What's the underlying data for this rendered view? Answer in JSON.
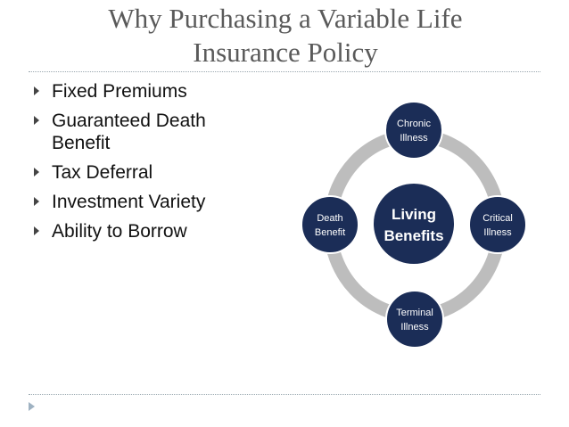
{
  "slide": {
    "title_line1": "Why Purchasing a Variable Life",
    "title_line2": "Insurance Policy",
    "bullets": [
      "Fixed Premiums",
      "Guaranteed Death Benefit",
      "Tax Deferral",
      "Investment Variety",
      "Ability to Borrow"
    ]
  },
  "diagram": {
    "center_line1": "Living",
    "center_line2": "Benefits",
    "top_line1": "Chronic",
    "top_line2": "Illness",
    "left_line1": "Death",
    "left_line2": "Benefit",
    "right_line1": "Critical",
    "right_line2": "Illness",
    "bottom_line1": "Terminal",
    "bottom_line2": "Illness"
  },
  "colors": {
    "node_fill": "#1b2d57",
    "ring": "#bdbdbd",
    "title_text": "#5a5a5a"
  }
}
